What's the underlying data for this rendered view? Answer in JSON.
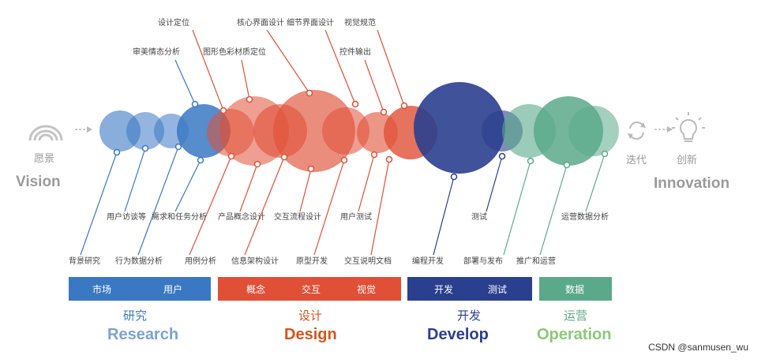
{
  "left": {
    "cn": "愿景",
    "en": "Vision"
  },
  "right": {
    "cn_iterate": "迭代",
    "cn_innovate": "创新",
    "en": "Innovation"
  },
  "phases": {
    "research": {
      "cn": "研究",
      "en": "Research",
      "bar": [
        "市场",
        "用户"
      ],
      "color": "#3a78c4",
      "text_color": "#7aa3d6"
    },
    "design": {
      "cn": "设计",
      "en": "Design",
      "bar": [
        "概念",
        "交互",
        "视觉"
      ],
      "color": "#e05036",
      "text_color": "#d4551a"
    },
    "develop": {
      "cn": "开发",
      "en": "Develop",
      "bar": [
        "开发",
        "测试"
      ],
      "color": "#2b3f8f",
      "text_color": "#2b3f8f"
    },
    "operate": {
      "cn": "运营",
      "en": "Operation",
      "bar": [
        "数据"
      ],
      "color": "#5aa98a",
      "text_color": "#8cc878"
    }
  },
  "top_labels": [
    "设计定位",
    "审美情态分析",
    "图形色彩材质定位",
    "核心界面设计",
    "细节界面设计",
    "视觉规范",
    "控件输出"
  ],
  "mid_labels": [
    "用户访谈等",
    "需求和任务分析",
    "产品概念设计",
    "交互流程设计",
    "用户测试",
    "测试",
    "运营数据分析"
  ],
  "low_labels": [
    "背景研究",
    "行为数据分析",
    "用例分析",
    "信息架构设计",
    "原型开发",
    "交互说明文档",
    "编程开发",
    "部署与发布",
    "推广和运营"
  ],
  "watermark": "CSDN @sanmusen_wu"
}
